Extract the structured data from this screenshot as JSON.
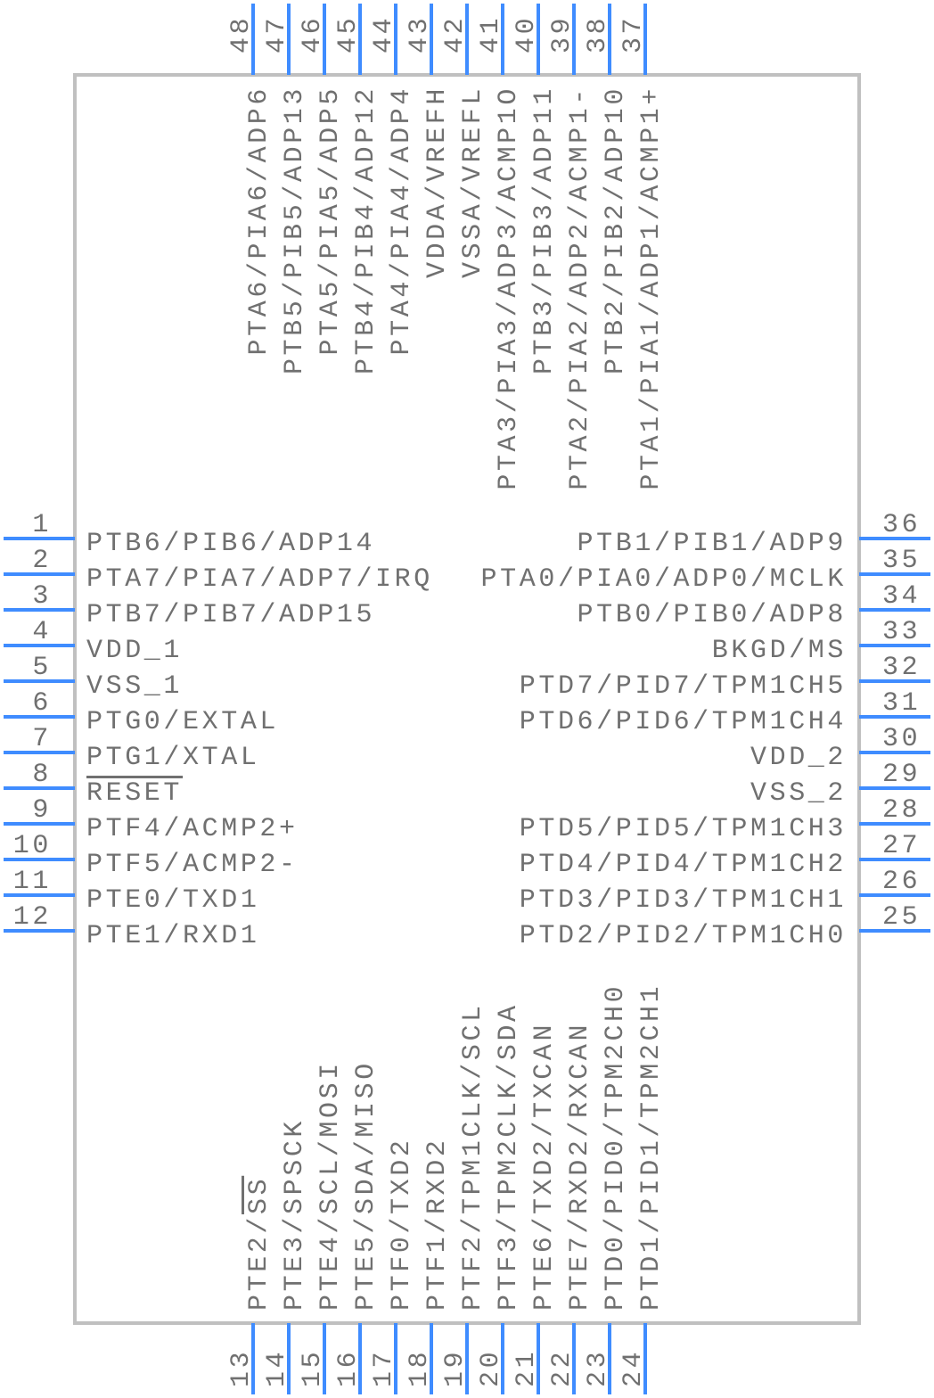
{
  "colors": {
    "pin": "#3f8cff",
    "body": "#c0c0c0",
    "text": "#707070"
  },
  "left_pins": [
    {
      "num": "1",
      "label": [
        "PTB6/PIB6/ADP14"
      ]
    },
    {
      "num": "2",
      "label": [
        "PTA7/PIA7/ADP7/IRQ"
      ]
    },
    {
      "num": "3",
      "label": [
        "PTB7/PIB7/ADP15"
      ]
    },
    {
      "num": "4",
      "label": [
        "VDD_1"
      ]
    },
    {
      "num": "5",
      "label": [
        "VSS_1"
      ]
    },
    {
      "num": "6",
      "label": [
        "PTG0/EXTAL"
      ]
    },
    {
      "num": "7",
      "label": [
        "PTG1/XTAL"
      ]
    },
    {
      "num": "8",
      "label": [
        "",
        "RESET"
      ]
    },
    {
      "num": "9",
      "label": [
        "PTF4/ACMP2+"
      ]
    },
    {
      "num": "10",
      "label": [
        "PTF5/ACMP2-"
      ]
    },
    {
      "num": "11",
      "label": [
        "PTE0/TXD1"
      ]
    },
    {
      "num": "12",
      "label": [
        "PTE1/RXD1"
      ]
    }
  ],
  "right_pins": [
    {
      "num": "36",
      "label": [
        "PTB1/PIB1/ADP9"
      ]
    },
    {
      "num": "35",
      "label": [
        "PTA0/PIA0/ADP0/MCLK"
      ]
    },
    {
      "num": "34",
      "label": [
        "PTB0/PIB0/ADP8"
      ]
    },
    {
      "num": "33",
      "label": [
        "BKGD/MS"
      ]
    },
    {
      "num": "32",
      "label": [
        "PTD7/PID7/TPM1CH5"
      ]
    },
    {
      "num": "31",
      "label": [
        "PTD6/PID6/TPM1CH4"
      ]
    },
    {
      "num": "30",
      "label": [
        "VDD_2"
      ]
    },
    {
      "num": "29",
      "label": [
        "VSS_2"
      ]
    },
    {
      "num": "28",
      "label": [
        "PTD5/PID5/TPM1CH3"
      ]
    },
    {
      "num": "27",
      "label": [
        "PTD4/PID4/TPM1CH2"
      ]
    },
    {
      "num": "26",
      "label": [
        "PTD3/PID3/TPM1CH1"
      ]
    },
    {
      "num": "25",
      "label": [
        "PTD2/PID2/TPM1CH0"
      ]
    }
  ],
  "top_pins": [
    {
      "num": "48",
      "label": [
        "PTA6/PIA6/ADP6"
      ]
    },
    {
      "num": "47",
      "label": [
        "PTB5/PIB5/ADP13"
      ]
    },
    {
      "num": "46",
      "label": [
        "PTA5/PIA5/ADP5"
      ]
    },
    {
      "num": "45",
      "label": [
        "PTB4/PIB4/ADP12"
      ]
    },
    {
      "num": "44",
      "label": [
        "PTA4/PIA4/ADP4"
      ]
    },
    {
      "num": "43",
      "label": [
        "VDDA/VREFH"
      ]
    },
    {
      "num": "42",
      "label": [
        "VSSA/VREFL"
      ]
    },
    {
      "num": "41",
      "label": [
        "PTA3/PIA3/ADP3/ACMP1O"
      ]
    },
    {
      "num": "40",
      "label": [
        "PTB3/PIB3/ADP11"
      ]
    },
    {
      "num": "39",
      "label": [
        "PTA2/PIA2/ADP2/ACMP1-"
      ]
    },
    {
      "num": "38",
      "label": [
        "PTB2/PIB2/ADP10"
      ]
    },
    {
      "num": "37",
      "label": [
        "PTA1/PIA1/ADP1/ACMP1+"
      ]
    }
  ],
  "bottom_pins": [
    {
      "num": "13",
      "label": [
        "PTE2/",
        "SS"
      ]
    },
    {
      "num": "14",
      "label": [
        "PTE3/SPSCK"
      ]
    },
    {
      "num": "15",
      "label": [
        "PTE4/SCL/MOSI"
      ]
    },
    {
      "num": "16",
      "label": [
        "PTE5/SDA/MISO"
      ]
    },
    {
      "num": "17",
      "label": [
        "PTF0/TXD2"
      ]
    },
    {
      "num": "18",
      "label": [
        "PTF1/RXD2"
      ]
    },
    {
      "num": "19",
      "label": [
        "PTF2/TPM1CLK/SCL"
      ]
    },
    {
      "num": "20",
      "label": [
        "PTF3/TPM2CLK/SDA"
      ]
    },
    {
      "num": "21",
      "label": [
        "PTE6/TXD2/TXCAN"
      ]
    },
    {
      "num": "22",
      "label": [
        "PTE7/RXD2/RXCAN"
      ]
    },
    {
      "num": "23",
      "label": [
        "PTD0/PID0/TPM2CH0"
      ]
    },
    {
      "num": "24",
      "label": [
        "PTD1/PID1/TPM2CH1"
      ]
    }
  ]
}
